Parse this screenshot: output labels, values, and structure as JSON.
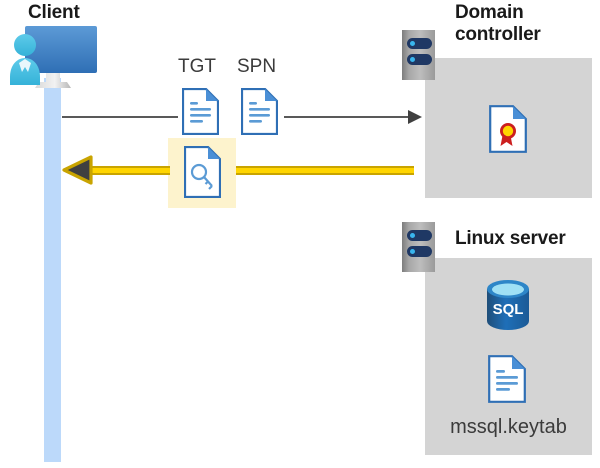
{
  "diagram": {
    "type": "kerberos-authentication-flow",
    "background_color": "#ffffff",
    "nodes": {
      "client": {
        "label": "Client",
        "icon": "user-at-monitor-icon",
        "bar_color": "#bcd9fa"
      },
      "domain_controller": {
        "label": "Domain\ncontroller",
        "icon": "server-rack-icon",
        "panel_color": "#d4d4d4",
        "contents": [
          {
            "icon": "certificate-document-icon",
            "caption": ""
          }
        ]
      },
      "linux_server": {
        "label": "Linux server",
        "icon": "server-rack-icon",
        "panel_color": "#d4d4d4",
        "contents": [
          {
            "icon": "sql-database-icon",
            "caption": "SQL"
          },
          {
            "icon": "keytab-document-icon",
            "caption": "mssql.keytab"
          }
        ]
      }
    },
    "flows": [
      {
        "name": "request-flow",
        "direction": "client-to-domain-controller",
        "color": "#595959",
        "artifacts": [
          {
            "label": "TGT",
            "icon": "document-icon"
          },
          {
            "label": "SPN",
            "icon": "document-icon"
          }
        ]
      },
      {
        "name": "response-flow",
        "direction": "domain-controller-to-client",
        "color": "#ffd500",
        "border_color": "#c9a400",
        "artifacts": [
          {
            "label": "",
            "icon": "key-document-icon",
            "highlight_color": "#fdf3cd"
          }
        ]
      }
    ],
    "labels": {
      "tgt": "TGT",
      "spn": "SPN",
      "keytab_file": "mssql.keytab",
      "sql_badge": "SQL"
    }
  }
}
